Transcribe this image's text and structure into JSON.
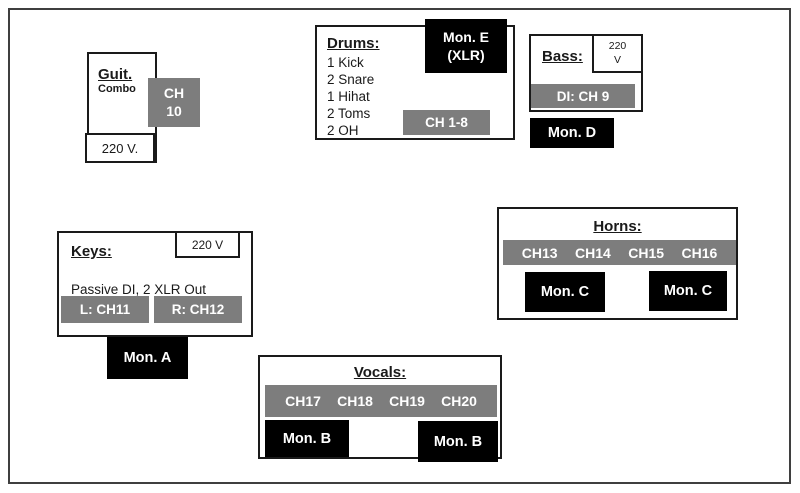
{
  "colors": {
    "channel_badge_gray": "#7d7d7d",
    "monitor_badge_black": "#000000",
    "badge_text_white": "#ffffff",
    "box_border": "#1a1a1a",
    "frame_border": "#3f3f3f"
  },
  "guitar": {
    "title": "Guit.",
    "subtitle": "Combo",
    "channel_line1": "CH",
    "channel_line2": "10",
    "power": "220 V."
  },
  "drums": {
    "title": "Drums:",
    "items": [
      "1 Kick",
      "2 Snare",
      "1 Hihat",
      "2 Toms",
      "2 OH"
    ],
    "monitor_line1": "Mon. E",
    "monitor_line2": "(XLR)",
    "channels": "CH 1-8"
  },
  "bass": {
    "title": "Bass:",
    "power_line1": "220",
    "power_line2": "V",
    "channel": "DI: CH 9",
    "monitor": "Mon. D"
  },
  "keys": {
    "title": "Keys:",
    "power": "220 V",
    "note": "Passive DI, 2 XLR Out",
    "channel_left": "L: CH11",
    "channel_right": "R: CH12",
    "monitor": "Mon. A"
  },
  "horns": {
    "title": "Horns:",
    "channels": [
      "CH13",
      "CH14",
      "CH15",
      "CH16"
    ],
    "monitor_left": "Mon. C",
    "monitor_right": "Mon. C"
  },
  "vocals": {
    "title": "Vocals:",
    "channels": [
      "CH17",
      "CH18",
      "CH19",
      "CH20"
    ],
    "monitor_left": "Mon. B",
    "monitor_right": "Mon. B"
  }
}
